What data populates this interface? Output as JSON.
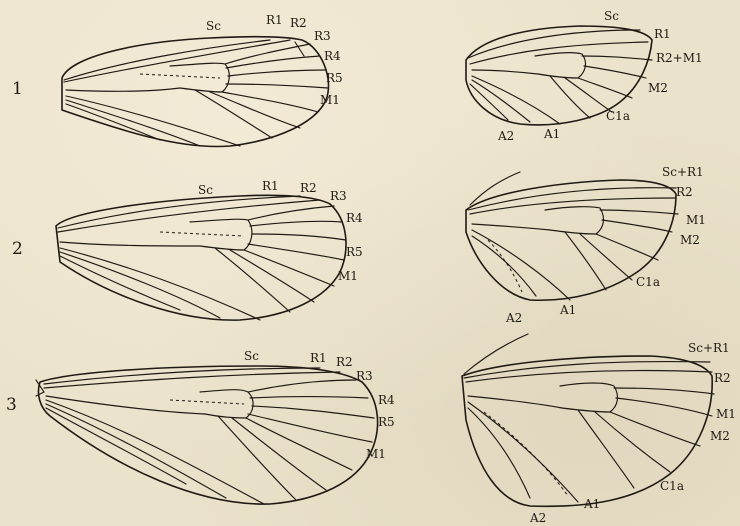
{
  "rows": [
    {
      "number": "1",
      "left": {
        "labels": [
          "Sc",
          "R1",
          "R2",
          "R3",
          "R4",
          "R5",
          "M1"
        ]
      },
      "right": {
        "labels": [
          "Sc",
          "R1",
          "R2+M1",
          "M2",
          "C1a",
          "A1",
          "A2"
        ]
      }
    },
    {
      "number": "2",
      "left": {
        "labels": [
          "Sc",
          "R1",
          "R2",
          "R3",
          "R4",
          "R5",
          "M1"
        ]
      },
      "right": {
        "labels": [
          "Sc+R1",
          "R2",
          "M1",
          "M2",
          "C1a",
          "A1",
          "A2"
        ]
      }
    },
    {
      "number": "3",
      "left": {
        "labels": [
          "Sc",
          "R1",
          "R2",
          "R3",
          "R4",
          "R5",
          "M1"
        ]
      },
      "right": {
        "labels": [
          "Sc+R1",
          "R2",
          "M1",
          "M2",
          "C1a",
          "A1",
          "A2"
        ]
      }
    }
  ],
  "colors": {
    "paper": "#ebe2cb",
    "ink": "#1f1a14"
  }
}
